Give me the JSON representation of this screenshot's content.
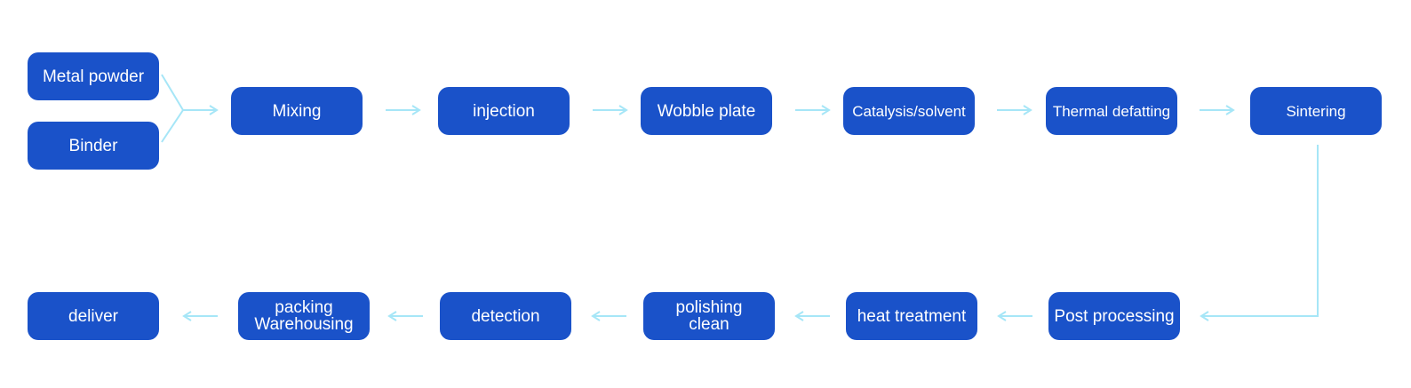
{
  "colors": {
    "node_fill": "#1a52c9",
    "node_text": "#ffffff",
    "connector": "#a6e6f7",
    "background": "#ffffff"
  },
  "nodes": {
    "metal_powder": "Metal powder",
    "binder": "Binder",
    "mixing": "Mixing",
    "injection": "injection",
    "wobble_plate": "Wobble plate",
    "catalysis_solvent": "Catalysis/solvent",
    "thermal_defatting": "Thermal defatting",
    "sintering": "Sintering",
    "post_processing": "Post processing",
    "heat_treatment": "heat treatment",
    "polishing_clean": [
      "polishing",
      "clean"
    ],
    "detection": "detection",
    "packing_warehousing": [
      "packing",
      "Warehousing"
    ],
    "deliver": "deliver"
  }
}
